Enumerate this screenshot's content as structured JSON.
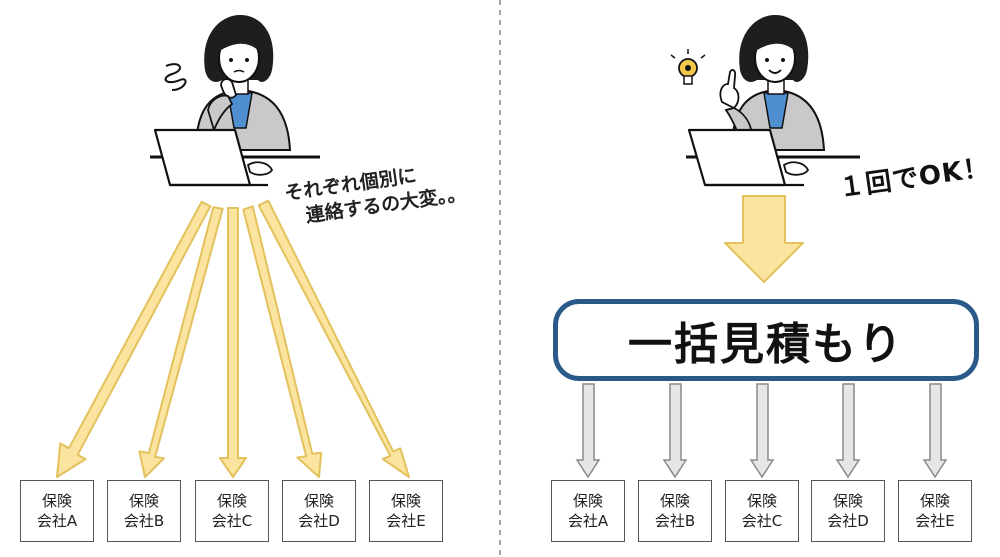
{
  "left": {
    "note_line1": "それぞれ個別に",
    "note_line2": "連絡するの大変。。",
    "companies": [
      {
        "line1": "保険",
        "line2": "会社A"
      },
      {
        "line1": "保険",
        "line2": "会社B"
      },
      {
        "line1": "保険",
        "line2": "会社C"
      },
      {
        "line1": "保険",
        "line2": "会社D"
      },
      {
        "line1": "保険",
        "line2": "会社E"
      }
    ]
  },
  "right": {
    "note": "１回でOK！",
    "bulk_label": "一括見積もり",
    "companies": [
      {
        "line1": "保険",
        "line2": "会社A"
      },
      {
        "line1": "保険",
        "line2": "会社B"
      },
      {
        "line1": "保険",
        "line2": "会社C"
      },
      {
        "line1": "保険",
        "line2": "会社D"
      },
      {
        "line1": "保険",
        "line2": "会社E"
      }
    ]
  },
  "colors": {
    "arrow_fill": "#fbe3a0",
    "arrow_stroke": "#e3c15c",
    "bulk_border": "#2a5a8a",
    "thin_arrow_fill": "#e6e6e6",
    "thin_arrow_stroke": "#8a8a8a",
    "jacket": "#c9c9c9",
    "shirt": "#4f8fd0",
    "bulb": "#f3c84a"
  }
}
